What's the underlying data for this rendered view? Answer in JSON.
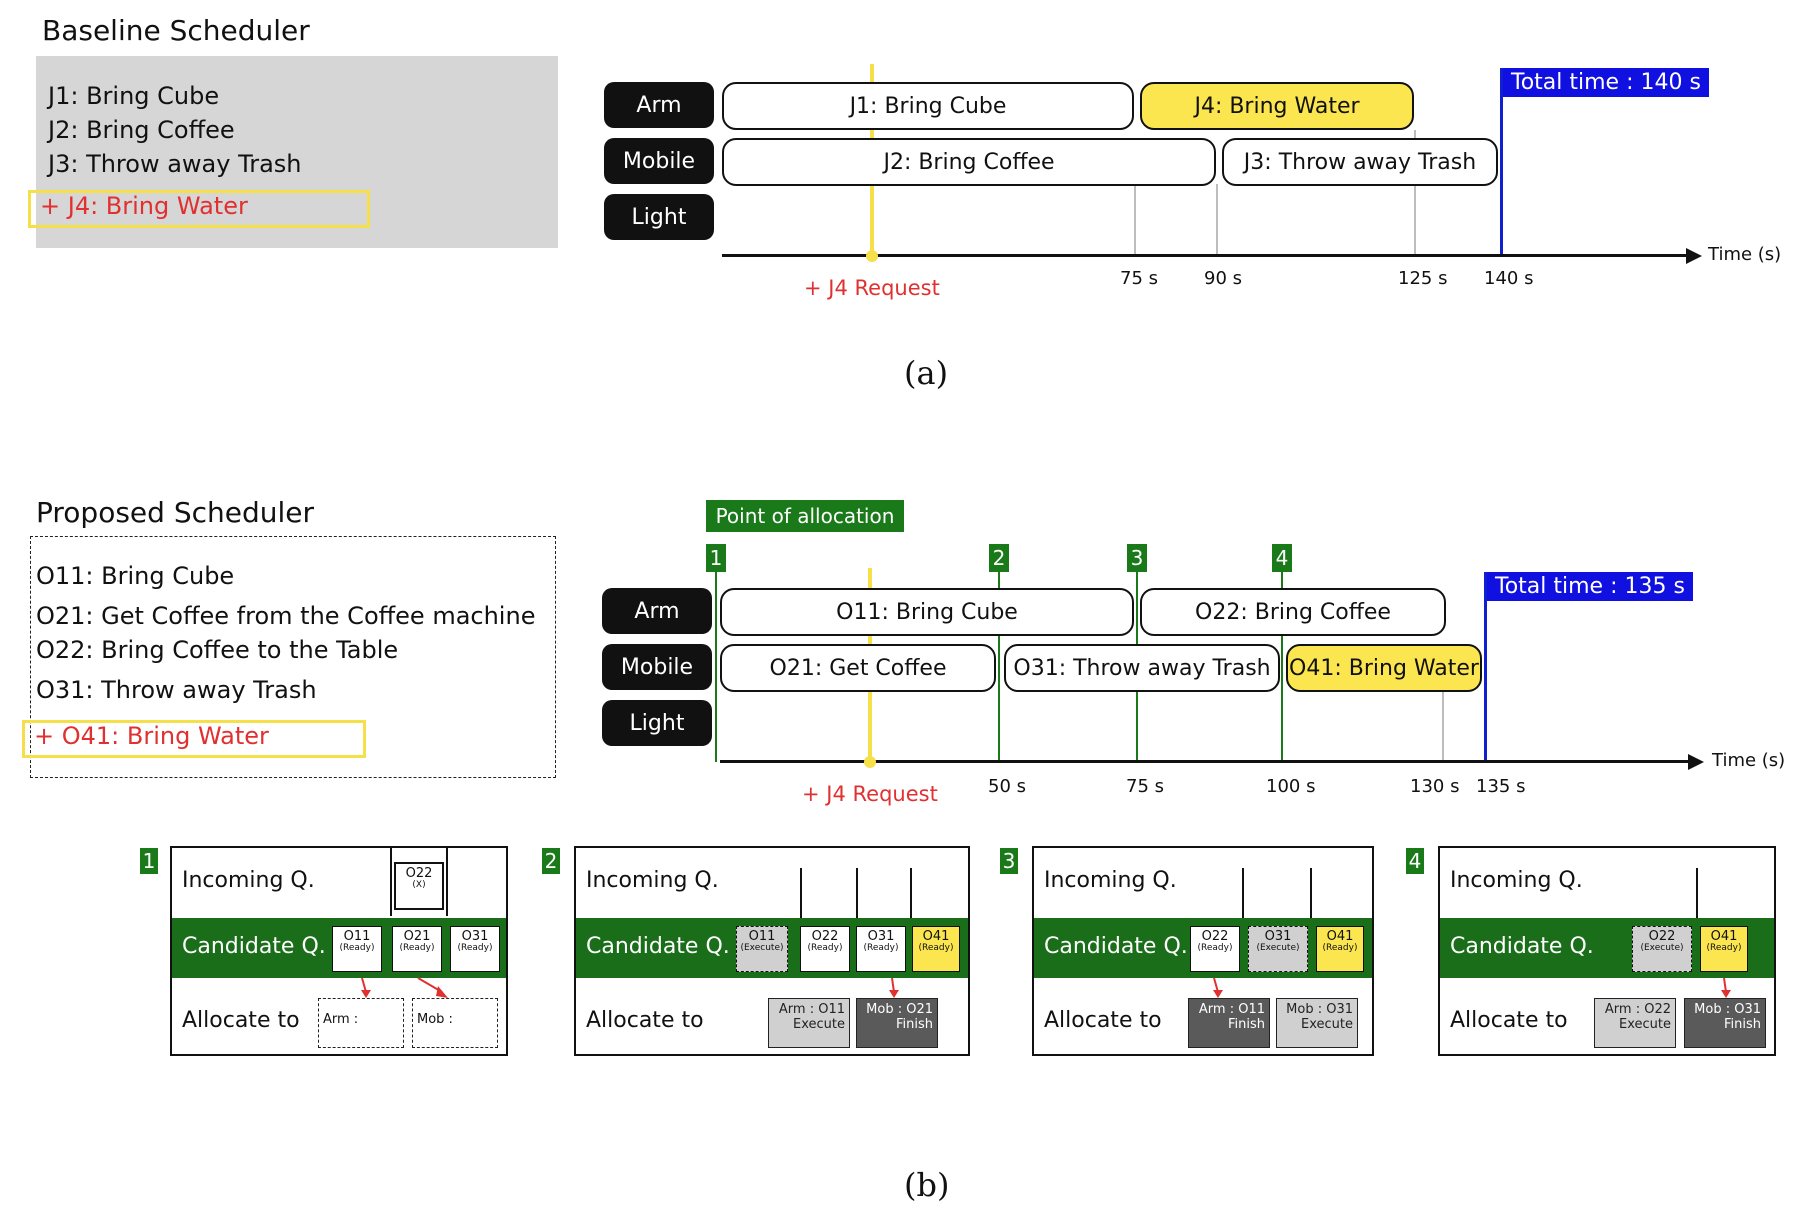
{
  "colors": {
    "green": "#1a7a1a",
    "yellow": "#fbe64f",
    "blue": "#1010e0",
    "red": "#e03030"
  },
  "a": {
    "title": "Baseline Scheduler",
    "jobs": [
      "J1: Bring Cube",
      "J2: Bring Coffee",
      "J3: Throw away Trash"
    ],
    "new_job": "+ J4: Bring Water",
    "resources": [
      "Arm",
      "Mobile",
      "Light"
    ],
    "bars": {
      "arm1": "J1: Bring Cube",
      "arm2": "J4: Bring Water",
      "mob1": "J2: Bring Coffee",
      "mob2": "J3: Throw away Trash"
    },
    "ticks": [
      "75 s",
      "90 s",
      "125 s",
      "140 s"
    ],
    "axis_label": "Time (s)",
    "request": "+ J4 Request",
    "total": "Total time : 140 s",
    "caption": "(a)"
  },
  "b": {
    "title": "Proposed Scheduler",
    "jobs": [
      "O11: Bring Cube",
      "O21: Get Coffee from the Coffee machine",
      "O22: Bring Coffee to the Table",
      "O31: Throw away Trash"
    ],
    "new_job": "+ O41: Bring Water",
    "point_label": "Point of allocation",
    "points": [
      "1",
      "2",
      "3",
      "4"
    ],
    "resources": [
      "Arm",
      "Mobile",
      "Light"
    ],
    "bars": {
      "arm1": "O11: Bring Cube",
      "arm2": "O22: Bring Coffee",
      "mob1": "O21: Get Coffee",
      "mob2": "O31: Throw away Trash",
      "mob3": "O41: Bring Water"
    },
    "ticks": [
      "50 s",
      "75 s",
      "100 s",
      "130 s",
      "135 s"
    ],
    "axis_label": "Time (s)",
    "request": "+ J4 Request",
    "total": "Total time : 135 s",
    "caption": "(b)",
    "row_labels": {
      "incoming": "Incoming Q.",
      "candidate": "Candidate Q.",
      "allocate": "Allocate to"
    },
    "panels": [
      {
        "num": "1",
        "incoming": [
          {
            "id": "O22",
            "state": "(X)"
          }
        ],
        "candidate": [
          {
            "id": "O11",
            "state": "(Ready)"
          },
          {
            "id": "O21",
            "state": "(Ready)"
          },
          {
            "id": "O31",
            "state": "(Ready)"
          }
        ],
        "alloc": [
          {
            "line1": "Arm :",
            "line2": ""
          },
          {
            "line1": "Mob :",
            "line2": ""
          }
        ]
      },
      {
        "num": "2",
        "candidate": [
          {
            "id": "O11",
            "state": "(Execute)"
          },
          {
            "id": "O22",
            "state": "(Ready)"
          },
          {
            "id": "O31",
            "state": "(Ready)"
          },
          {
            "id": "O41",
            "state": "(Ready)"
          }
        ],
        "alloc": [
          {
            "line1": "Arm : O11",
            "line2": "Execute"
          },
          {
            "line1": "Mob : O21",
            "line2": "Finish"
          }
        ]
      },
      {
        "num": "3",
        "candidate": [
          {
            "id": "O22",
            "state": "(Ready)"
          },
          {
            "id": "O31",
            "state": "(Execute)"
          },
          {
            "id": "O41",
            "state": "(Ready)"
          }
        ],
        "alloc": [
          {
            "line1": "Arm : O11",
            "line2": "Finish"
          },
          {
            "line1": "Mob : O31",
            "line2": "Execute"
          }
        ]
      },
      {
        "num": "4",
        "candidate": [
          {
            "id": "O22",
            "state": "(Execute)"
          },
          {
            "id": "O41",
            "state": "(Ready)"
          }
        ],
        "alloc": [
          {
            "line1": "Arm : O22",
            "line2": "Execute"
          },
          {
            "line1": "Mob : O31",
            "line2": "Finish"
          }
        ]
      }
    ]
  }
}
